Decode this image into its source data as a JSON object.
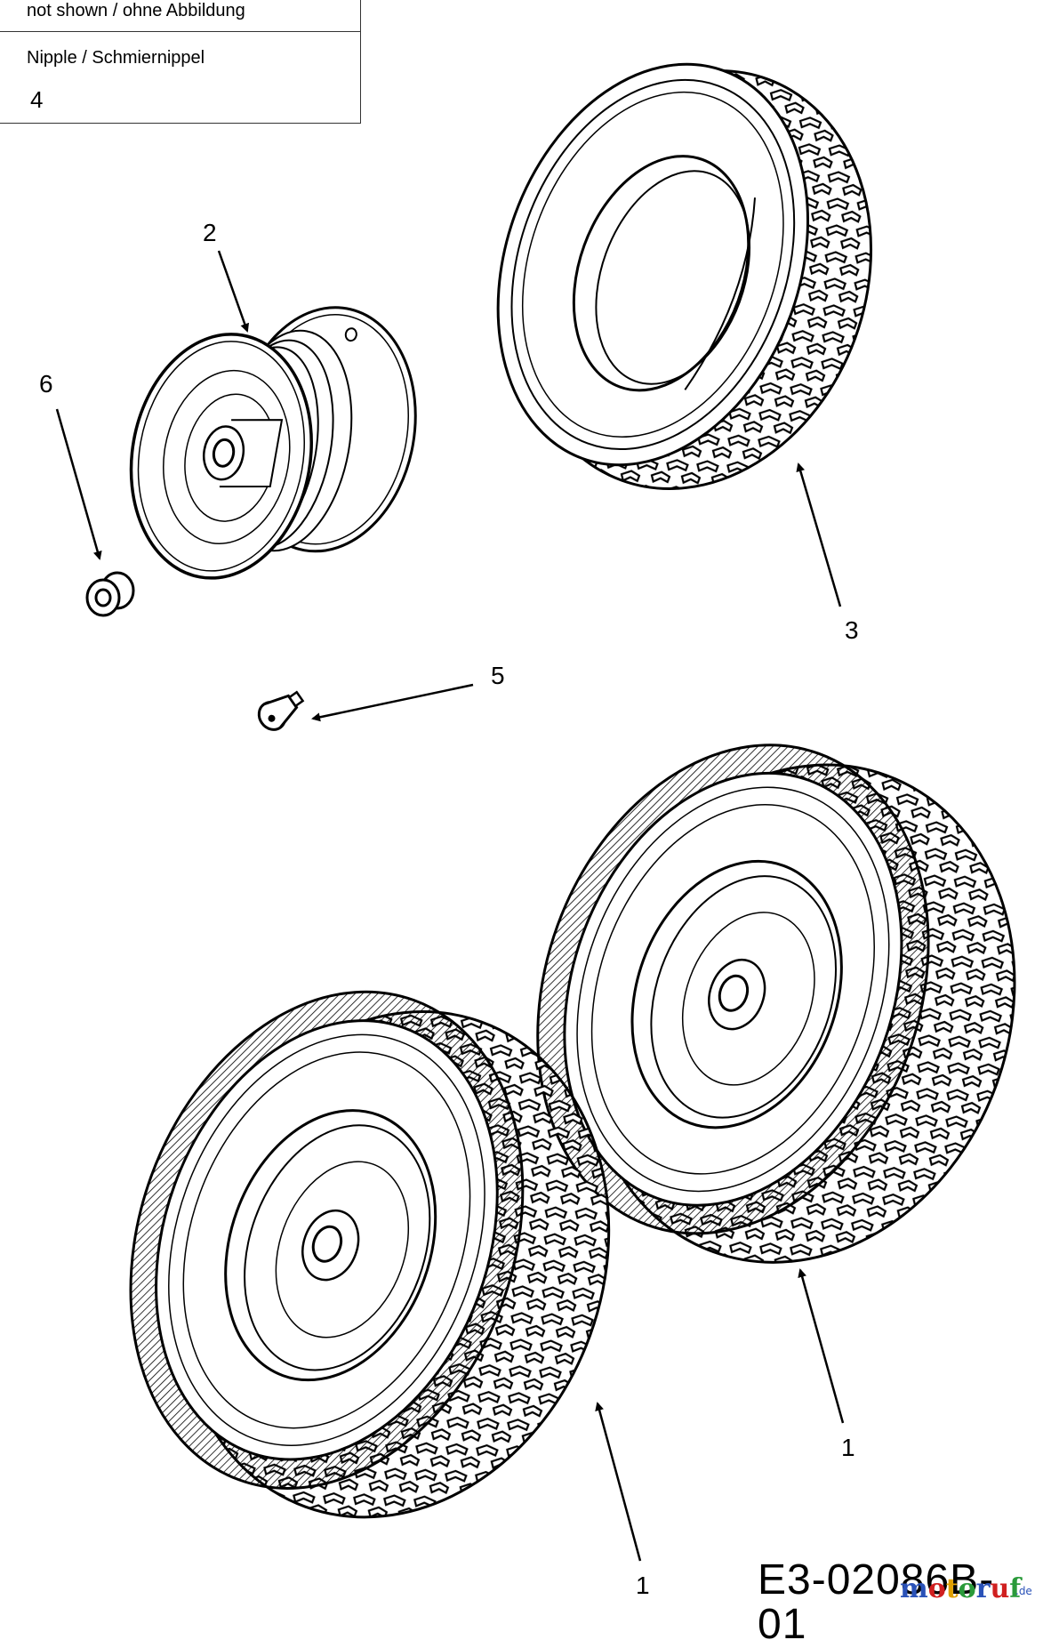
{
  "legend": {
    "header": "not shown / ohne Abbildung",
    "item_name": "Nipple / Schmiernippel",
    "item_number": "4"
  },
  "callouts": [
    {
      "id": "callout-2",
      "label": "2"
    },
    {
      "id": "callout-6",
      "label": "6"
    },
    {
      "id": "callout-3",
      "label": "3"
    },
    {
      "id": "callout-5",
      "label": "5"
    },
    {
      "id": "callout-1-right",
      "label": "1"
    },
    {
      "id": "callout-1-left",
      "label": "1"
    }
  ],
  "drawing_code": "E3-02086B-01",
  "watermark": {
    "text": "motoruf",
    "suffix": ".de",
    "colors": [
      "#2a52b8",
      "#d02020",
      "#e0a000",
      "#2a9a3a",
      "#2a52b8",
      "#d02020",
      "#2a9a3a"
    ]
  }
}
